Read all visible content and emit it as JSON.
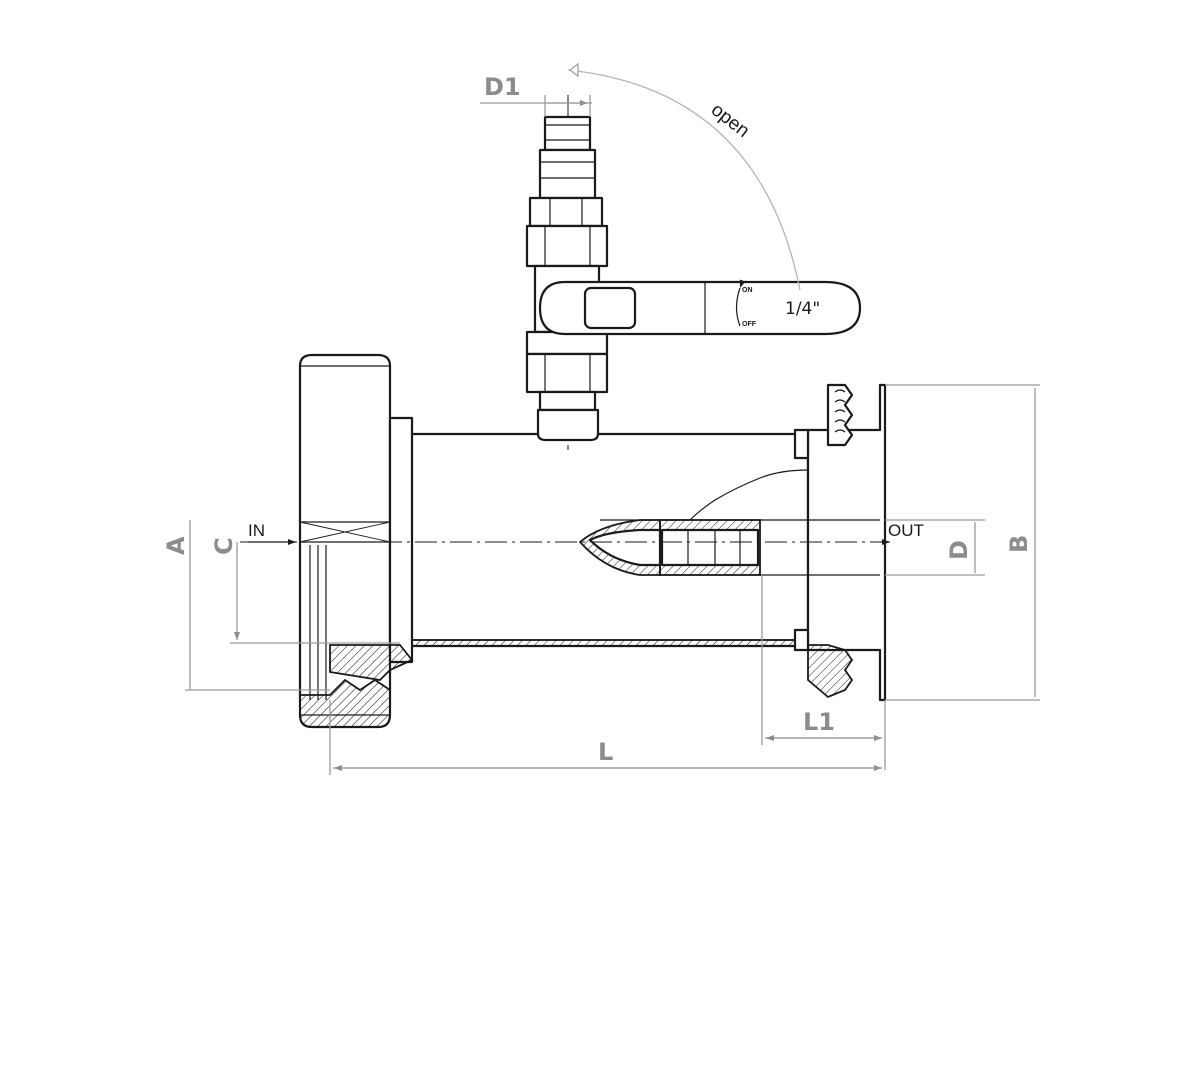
{
  "dimensions": {
    "A": "A",
    "B": "B",
    "C": "C",
    "D": "D",
    "D1": "D1",
    "L": "L",
    "L1": "L1"
  },
  "flow": {
    "inlet": "IN",
    "outlet": "OUT"
  },
  "valve": {
    "rotation_label": "open",
    "size": "1/4\"",
    "on": "ON",
    "off": "OFF"
  },
  "colors": {
    "line": "#1a1a1a",
    "dimension": "#9a9a9a"
  }
}
